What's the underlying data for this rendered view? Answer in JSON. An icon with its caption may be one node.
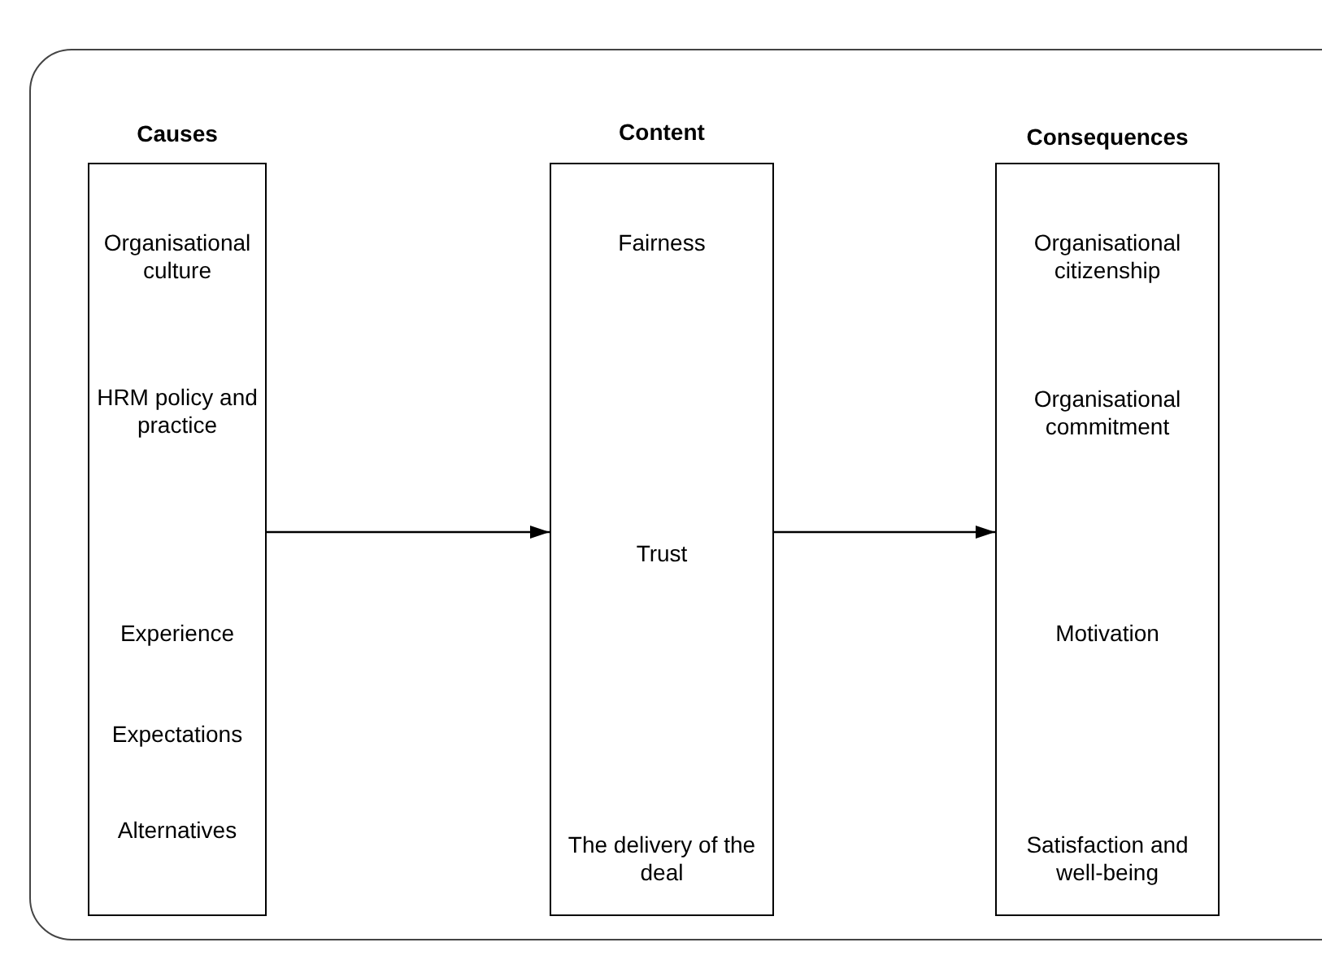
{
  "diagram": {
    "nodes": [
      {
        "text": [
          "Causes",
          "Organisational culture",
          "HRM policy and practice",
          "Experience",
          "Expectations",
          "Alternatives"
        ]
      },
      {
        "text": [
          "Content",
          "Fairness",
          "Trust",
          "The delivery of the deal"
        ]
      },
      {
        "text": [
          "Consequences",
          "Organisational citizenship",
          "Organisational commitment",
          "Motivation",
          "Satisfaction and well-being"
        ]
      }
    ],
    "edges": [
      {
        "from": 0,
        "to": 1,
        "arrow": "to"
      },
      {
        "from": 1,
        "to": 2,
        "arrow": "to"
      }
    ]
  }
}
